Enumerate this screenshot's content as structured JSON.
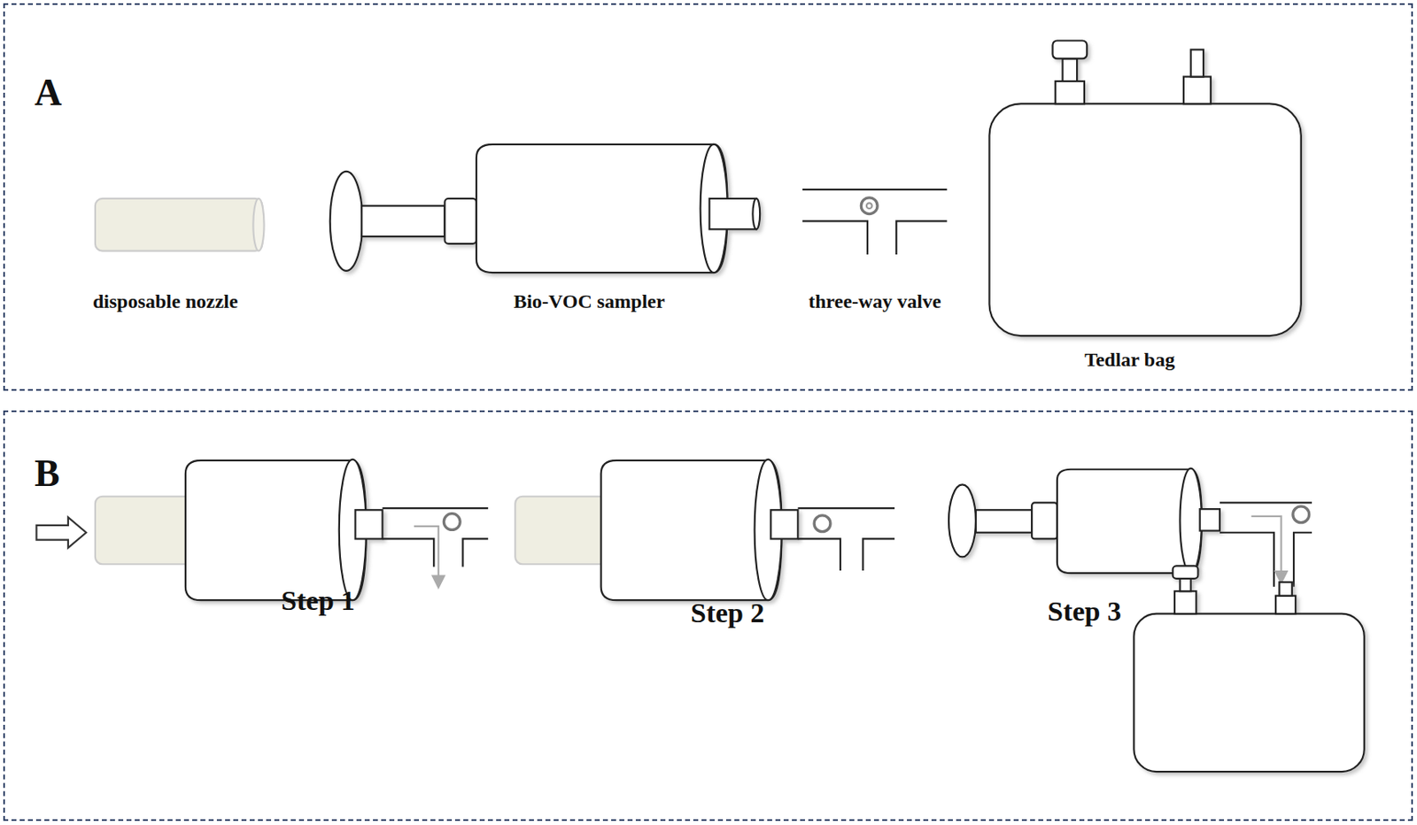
{
  "diagram": {
    "nodes": [
      {
        "text": [
          "A"
        ]
      },
      {
        "text": [
          "B"
        ]
      }
    ],
    "labels": [
      "disposable nozzle",
      "Bio-VOC sampler",
      "three-way valve",
      "Tedlar bag",
      "Step 1",
      "Step 2",
      "Step 3"
    ]
  }
}
